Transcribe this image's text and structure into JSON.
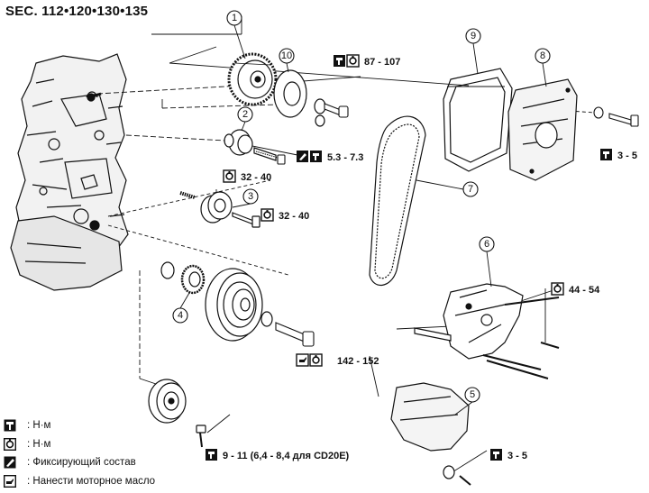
{
  "header": {
    "section": "SEC. 112•120•130•135"
  },
  "callouts": [
    "1",
    "2",
    "3",
    "4",
    "5",
    "6",
    "7",
    "8",
    "9",
    "10"
  ],
  "torques": {
    "t87_107": "87 - 107",
    "t5_3_7_3": "5.3 - 7.3",
    "t32_40_a": "32 - 40",
    "t32_40_b": "32 - 40",
    "t3_5_top": "3 - 5",
    "t44_54": "44 - 54",
    "t142_152": "142 - 152",
    "t9_11": "9 - 11 (6,4 - 8,4 для CD20E)",
    "t3_5_bottom": "3 - 5"
  },
  "legend": {
    "items": [
      {
        "icon": "torque-wrench-icon",
        "text": ": Н·м"
      },
      {
        "icon": "torque-socket-icon",
        "text": ": Н·м"
      },
      {
        "icon": "locking-sealant-icon",
        "text": ": Фиксирующий состав"
      },
      {
        "icon": "oil-can-icon",
        "text": ": Нанести моторное масло"
      }
    ]
  }
}
